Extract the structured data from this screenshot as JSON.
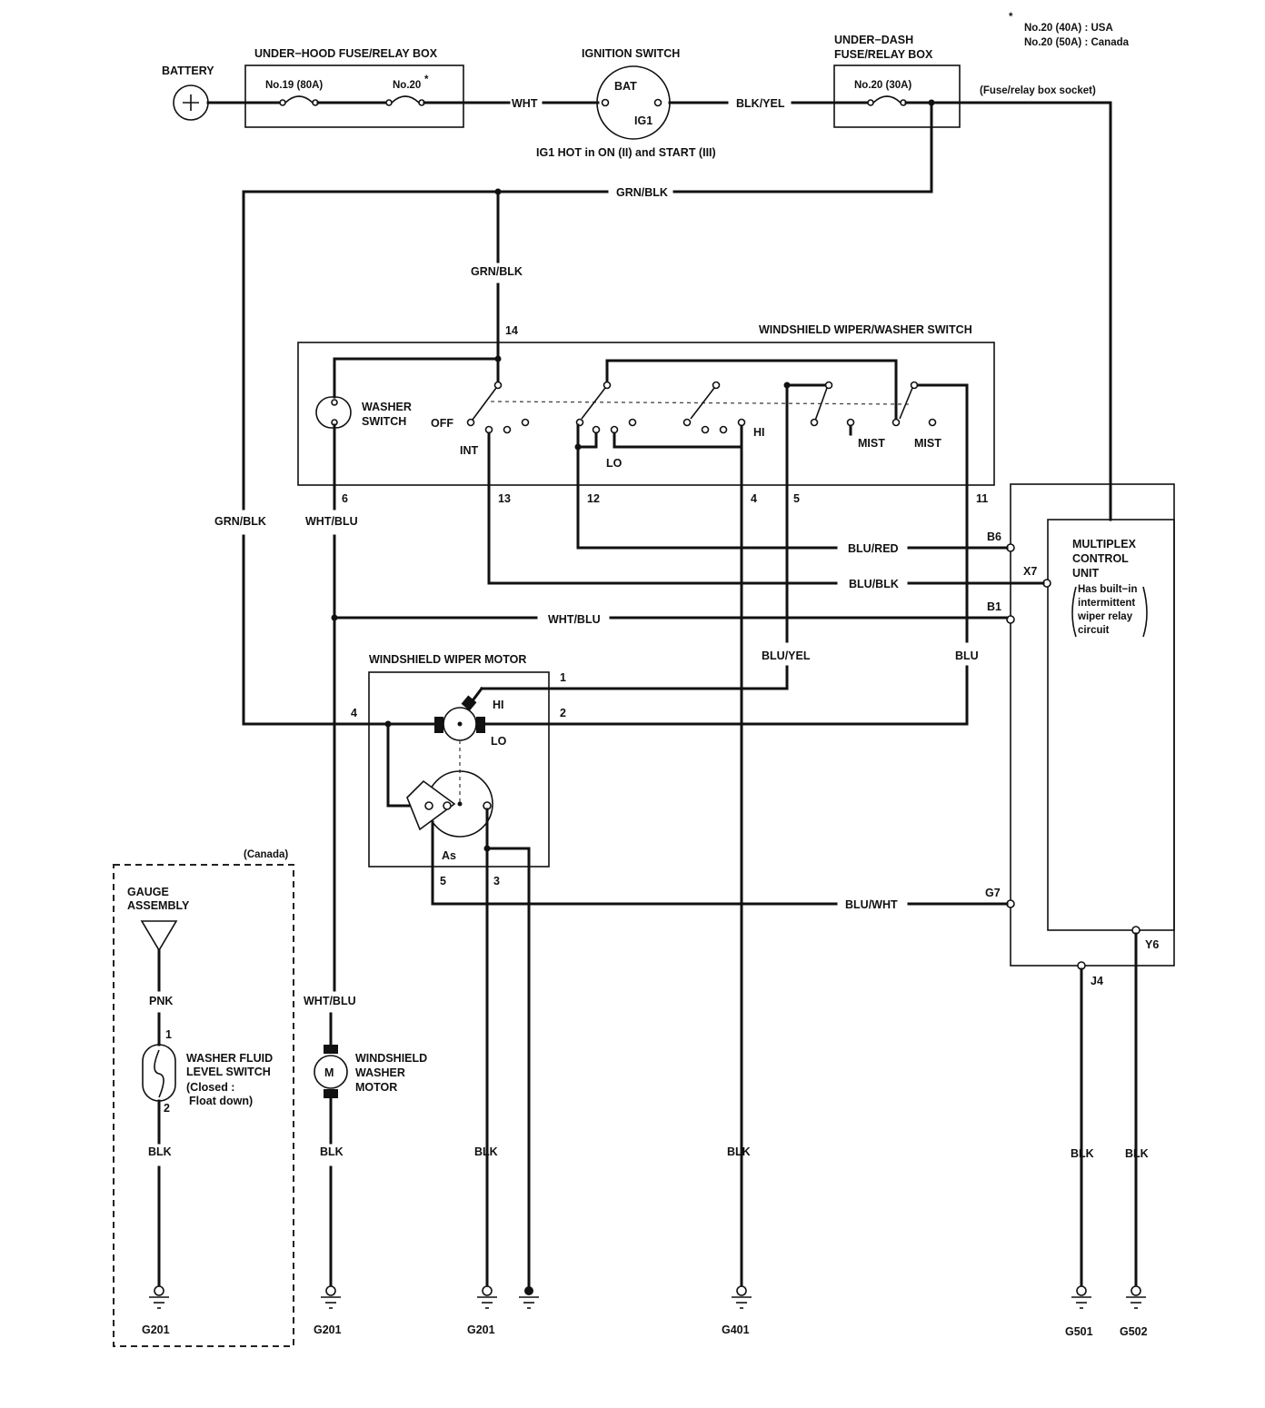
{
  "footnote": {
    "mark": "*",
    "line1": "No.20 (40A)   : USA",
    "line2": "No.20 (50A)   : Canada"
  },
  "power": {
    "battery": "BATTERY",
    "underhood_box": "UNDER−HOOD FUSE/RELAY BOX",
    "fuse19": "No.19 (80A)",
    "fuse20": "No.20",
    "fuse20_mark": "*",
    "wire_wht": "WHT",
    "ignition_switch": "IGNITION SWITCH",
    "bat": "BAT",
    "ig1": "IG1",
    "ig1_note": "IG1 HOT in ON (II) and START (III)",
    "wire_blk_yel": "BLK/YEL",
    "underdash_box_l1": "UNDER−DASH",
    "underdash_box_l2": "FUSE/RELAY BOX",
    "fuse20_dash": "No.20 (30A)",
    "socket_note": "(Fuse/relay box socket)"
  },
  "wires": {
    "grn_blk": "GRN/BLK",
    "wht_blu": "WHT/BLU",
    "blu_red": "BLU/RED",
    "blu_blk": "BLU/BLK",
    "blu_yel": "BLU/YEL",
    "blu": "BLU",
    "blu_wht": "BLU/WHT",
    "blk": "BLK",
    "pnk": "PNK"
  },
  "wiper_switch": {
    "title": "WINDSHIELD WIPER/WASHER SWITCH",
    "washer_l1": "WASHER",
    "washer_l2": "SWITCH",
    "off": "OFF",
    "int": "INT",
    "lo": "LO",
    "hi": "HI",
    "mist": "MIST",
    "pins": {
      "p14": "14",
      "p6": "6",
      "p13": "13",
      "p12": "12",
      "p4": "4",
      "p5": "5",
      "p11": "11"
    }
  },
  "mcu": {
    "title_l1": "MULTIPLEX",
    "title_l2": "CONTROL",
    "title_l3": "UNIT",
    "note_l1": "Has built−in",
    "note_l2": "intermittent",
    "note_l3": "wiper relay",
    "note_l4": "circuit",
    "pins": {
      "b6": "B6",
      "x7": "X7",
      "b1": "B1",
      "g7": "G7",
      "j4": "J4",
      "y6": "Y6"
    }
  },
  "wiper_motor": {
    "title": "WINDSHIELD WIPER MOTOR",
    "hi": "HI",
    "lo": "LO",
    "as": "As",
    "pins": {
      "p1": "1",
      "p2": "2",
      "p3": "3",
      "p4": "4",
      "p5": "5"
    }
  },
  "canada_box": {
    "label": "(Canada)",
    "gauge_l1": "GAUGE",
    "gauge_l2": "ASSEMBLY",
    "fluid_l1": "WASHER FLUID",
    "fluid_l2": "LEVEL SWITCH",
    "fluid_l3": "(Closed :",
    "fluid_l4": "Float down)",
    "pin1": "1",
    "pin2": "2"
  },
  "washer_motor": {
    "m": "M",
    "l1": "WINDSHIELD",
    "l2": "WASHER",
    "l3": "MOTOR"
  },
  "grounds": {
    "g201a": "G201",
    "g201b": "G201",
    "g201c": "G201",
    "g401": "G401",
    "g501": "G501",
    "g502": "G502"
  }
}
